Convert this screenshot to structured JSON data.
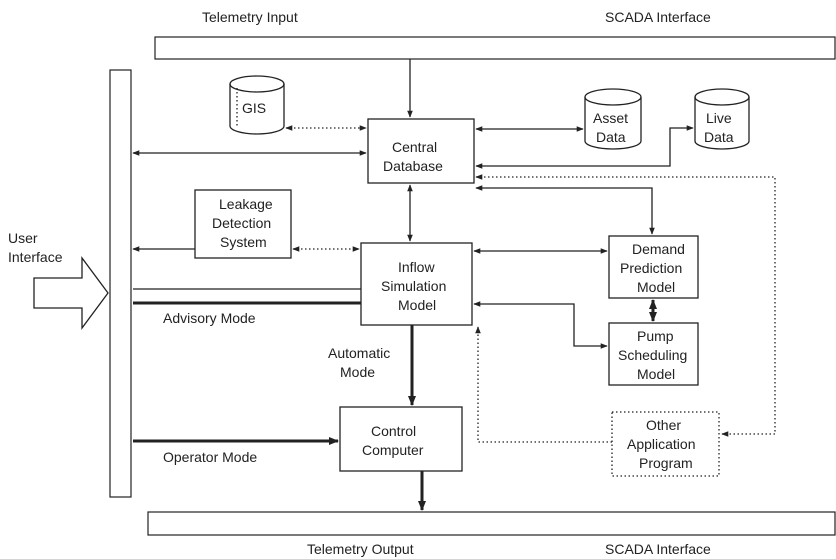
{
  "labels": {
    "telemetry_input": "Telemetry Input",
    "scada_top": "SCADA Interface",
    "telemetry_output": "Telemetry Output",
    "scada_bottom": "SCADA Interface",
    "user_interface": [
      "User",
      "Interface"
    ],
    "advisory_mode": "Advisory Mode",
    "automatic_mode": [
      "Automatic",
      "Mode"
    ],
    "operator_mode": "Operator Mode"
  },
  "databases": {
    "gis": "GIS",
    "asset_data": [
      "Asset",
      "Data"
    ],
    "live_data": [
      "Live",
      "Data"
    ]
  },
  "boxes": {
    "central_database": [
      "Central",
      "Database"
    ],
    "leakage_detection": [
      "Leakage",
      "Detection",
      "System"
    ],
    "inflow_simulation": [
      "Inflow",
      "Simulation",
      "Model"
    ],
    "demand_prediction": [
      "Demand",
      "Prediction",
      "Model"
    ],
    "pump_scheduling": [
      "Pump",
      "Scheduling",
      "Model"
    ],
    "control_computer": [
      "Control",
      "Computer"
    ],
    "other_application": [
      "Other",
      "Application",
      "Program"
    ]
  }
}
